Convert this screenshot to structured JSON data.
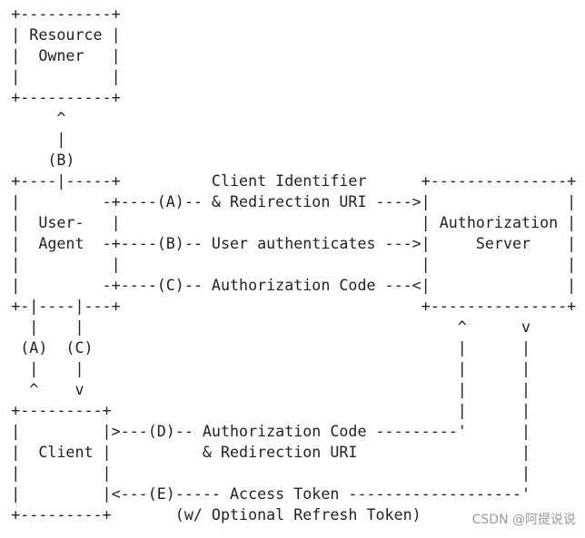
{
  "diagram": {
    "lines": [
      "+----------+",
      "| Resource |",
      "|  Owner   |",
      "|          |",
      "+----------+",
      "     ^",
      "     |",
      "    (B)",
      "+----|-----+          Client Identifier      +---------------+",
      "|         -+----(A)-- & Redirection URI ---->|               |",
      "|  User-   |                                 | Authorization |",
      "|  Agent  -+----(B)-- User authenticates --->|     Server    |",
      "|          |                                 |               |",
      "|         -+----(C)-- Authorization Code ---<|               |",
      "+-|----|---+                                 +---------------+",
      "  |    |                                         ^      v",
      " (A)  (C)                                        |      |",
      "  |    |                                         |      |",
      "  ^    v                                         |      |",
      "+---------+                                      |      |",
      "|         |>---(D)-- Authorization Code ---------'      |",
      "|  Client |          & Redirection URI                  |",
      "|         |                                             |",
      "|         |<---(E)----- Access Token -------------------'",
      "+---------+       (w/ Optional Refresh Token)"
    ],
    "watermark": "CSDN @阿提说说"
  }
}
